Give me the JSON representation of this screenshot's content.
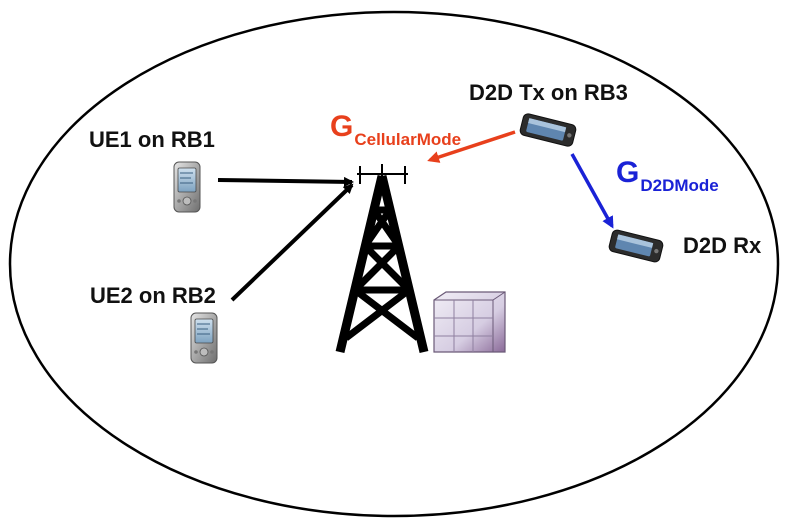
{
  "labels": {
    "ue1": "UE1 on RB1",
    "ue2": "UE2 on RB2",
    "d2d_tx": "D2D Tx on RB3",
    "d2d_rx": "D2D Rx"
  },
  "gains": {
    "cellular": {
      "symbol": "G",
      "subscript": "CellularMode"
    },
    "d2d": {
      "symbol": "G",
      "subscript": "D2DMode"
    }
  },
  "icons": {
    "phone": "pda-phone-icon",
    "d2d_device": "mobile-phone-icon",
    "tower": "cell-tower-icon",
    "station": "base-station-building-icon"
  },
  "colors": {
    "cellular_link": "#e8401c",
    "d2d_link": "#1a22d6",
    "uplink": "#000000"
  }
}
